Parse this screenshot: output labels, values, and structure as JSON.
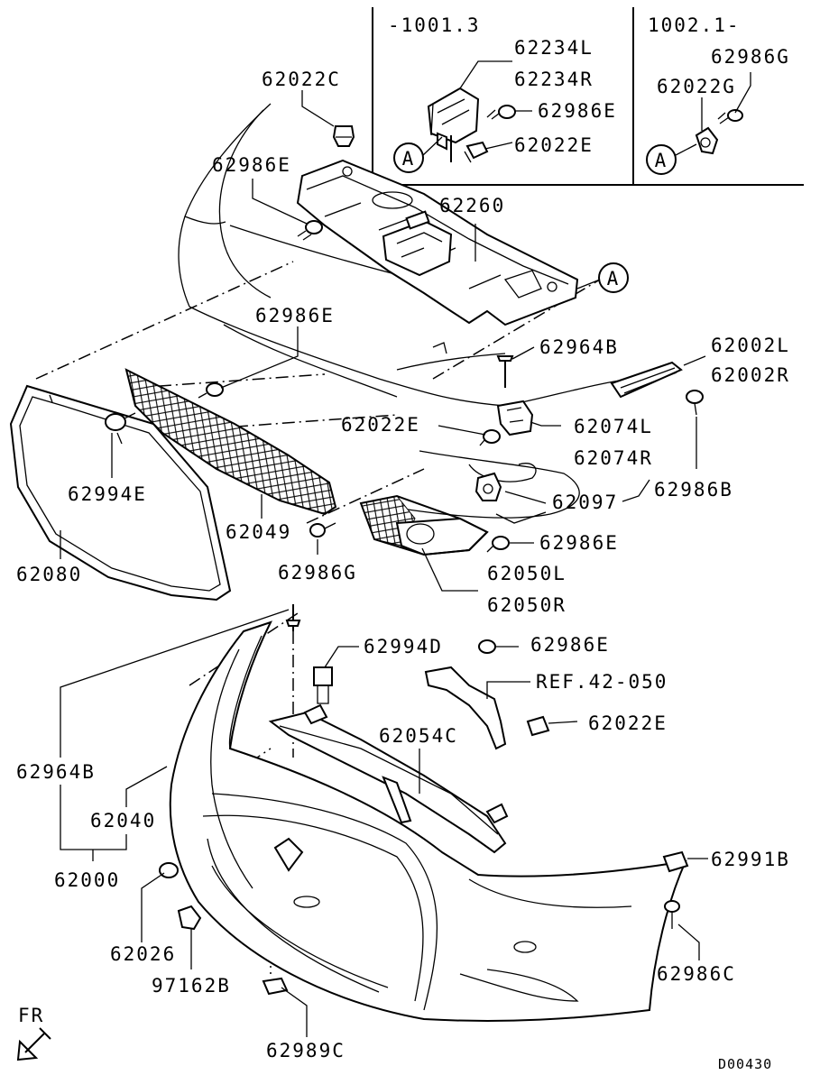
{
  "inset_left": {
    "code": "-1001.3"
  },
  "inset_right": {
    "code": "1002.1-"
  },
  "callouts": [
    {
      "id": "c1",
      "text": "62022C"
    },
    {
      "id": "c2",
      "text": "62234L"
    },
    {
      "id": "c3",
      "text": "62234R"
    },
    {
      "id": "c4",
      "text": "62986E"
    },
    {
      "id": "c5",
      "text": "62022E"
    },
    {
      "id": "c6",
      "text": "62986G"
    },
    {
      "id": "c7",
      "text": "62022G"
    },
    {
      "id": "c8",
      "text": "62986E"
    },
    {
      "id": "c9",
      "text": "62260"
    },
    {
      "id": "c10",
      "text": "62986E"
    },
    {
      "id": "c11",
      "text": "62964B"
    },
    {
      "id": "c12",
      "text": "62002L"
    },
    {
      "id": "c13",
      "text": "62002R"
    },
    {
      "id": "c14",
      "text": "62022E"
    },
    {
      "id": "c15",
      "text": "62074L"
    },
    {
      "id": "c16",
      "text": "62074R"
    },
    {
      "id": "c17",
      "text": "62994E"
    },
    {
      "id": "c18",
      "text": "62097"
    },
    {
      "id": "c19",
      "text": "62986B"
    },
    {
      "id": "c20",
      "text": "62049"
    },
    {
      "id": "c21",
      "text": "62986E"
    },
    {
      "id": "c22",
      "text": "62080"
    },
    {
      "id": "c23",
      "text": "62986G"
    },
    {
      "id": "c24",
      "text": "62050L"
    },
    {
      "id": "c25",
      "text": "62050R"
    },
    {
      "id": "c26",
      "text": "62994D"
    },
    {
      "id": "c27",
      "text": "62986E"
    },
    {
      "id": "c28",
      "text": "REF.42-050"
    },
    {
      "id": "c29",
      "text": "62022E"
    },
    {
      "id": "c30",
      "text": "62054C"
    },
    {
      "id": "c31",
      "text": "62964B"
    },
    {
      "id": "c32",
      "text": "62040"
    },
    {
      "id": "c33",
      "text": "62000"
    },
    {
      "id": "c34",
      "text": "62991B"
    },
    {
      "id": "c35",
      "text": "62026"
    },
    {
      "id": "c36",
      "text": "97162B"
    },
    {
      "id": "c37",
      "text": "62986C"
    },
    {
      "id": "c38",
      "text": "62989C"
    }
  ],
  "refs": {
    "a": "A"
  },
  "direction": {
    "label": "FR"
  },
  "drawing_code": "D00430"
}
